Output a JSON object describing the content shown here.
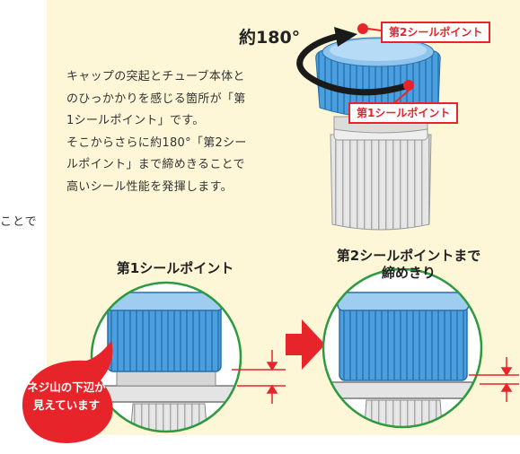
{
  "left_fragment": "ことで",
  "description": [
    "キャップの突起とチューブ本体と",
    "のひっかかりを感じる箇所が「第",
    "1シールポイント」です。",
    "そこからさらに約180°「第2シー",
    "ルポイント」まで締めきることで",
    "高いシール性能を発揮します。"
  ],
  "rotation_label": "約180°",
  "seal_point_2_tag": "第2シールポイント",
  "seal_point_1_tag": "第1シールポイント",
  "circle1_title": "第1シールポイント",
  "circle2_title_line1": "第2シールポイントまで",
  "circle2_title_line2": "締めきり",
  "callout_line1": "ネジ山の下辺が",
  "callout_line2": "見えています",
  "colors": {
    "panel": "#fdf7d8",
    "accent_red": "#e8242b",
    "circle_green": "#2e9a3f",
    "cap_blue": "#4a9fdc",
    "cap_blue_light": "#9fcdf0"
  }
}
